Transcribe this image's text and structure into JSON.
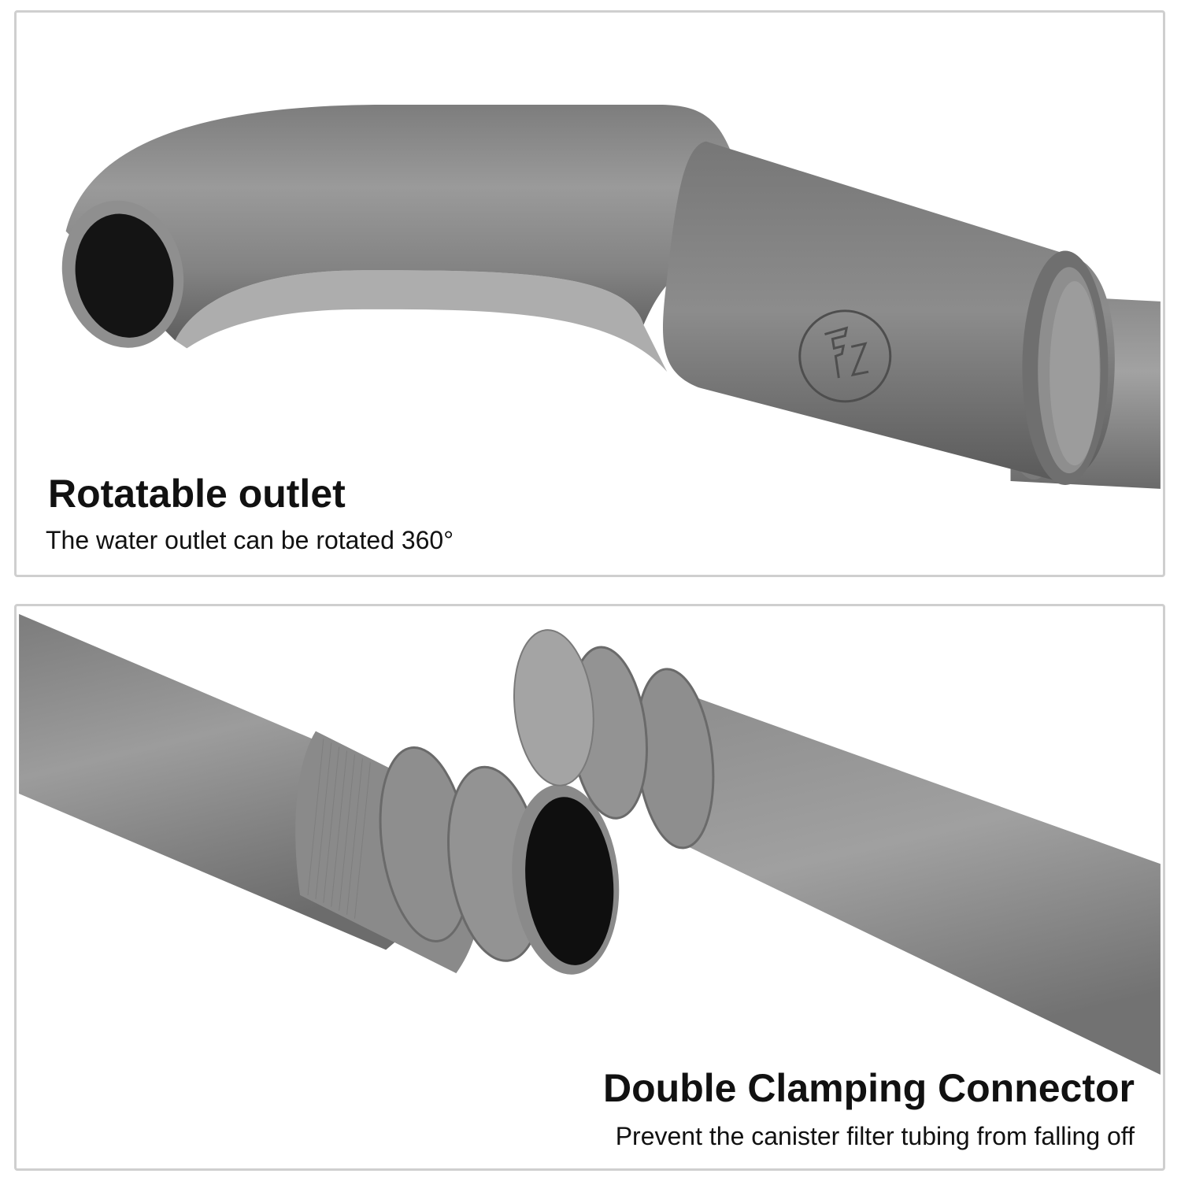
{
  "panels": {
    "top": {
      "heading": "Rotatable outlet",
      "subtext": "The water outlet can be rotated 360°"
    },
    "bottom": {
      "heading": "Double Clamping Connector",
      "subtext": "Prevent the canister filter tubing from falling off"
    }
  },
  "colors": {
    "panel_border": "#cfcfcf",
    "tube_gray": "#8a8a8a",
    "tube_shadow": "#5c5c5c",
    "tube_highlight": "#a8a8a8",
    "text": "#111111"
  }
}
